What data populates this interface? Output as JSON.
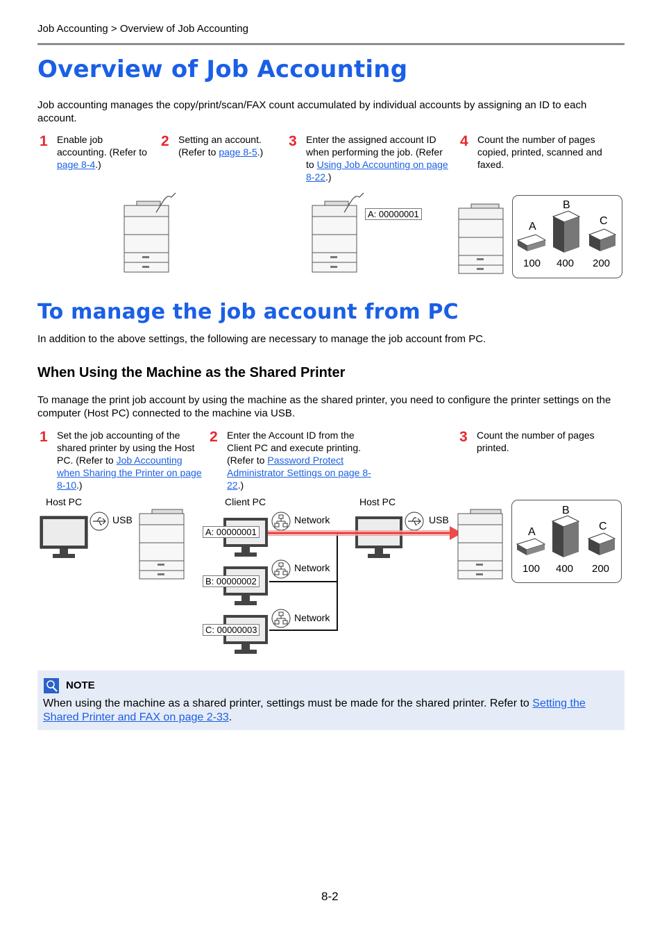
{
  "breadcrumb": "Job Accounting > Overview of Job Accounting",
  "title": "Overview of Job Accounting",
  "intro": "Job accounting manages the copy/print/scan/FAX count accumulated by individual accounts by assigning an ID to each account.",
  "steps_top": [
    {
      "num": "1",
      "text": "Enable job accounting. (Refer to ",
      "link": "page 8-4",
      "tail": ".)"
    },
    {
      "num": "2",
      "text": "Setting an account. (Refer to ",
      "link": "page 8-5",
      "tail": ".)"
    },
    {
      "num": "3",
      "text": "Enter the assigned account ID when performing the job. (Refer to ",
      "link": "Using Job Accounting on page 8-22",
      "tail": ".)"
    },
    {
      "num": "4",
      "text": "Count the number of pages copied, printed, scanned and faxed."
    }
  ],
  "top_diagram": {
    "account_id": "A: 00000001",
    "counts": [
      {
        "label": "A",
        "value": "100"
      },
      {
        "label": "B",
        "value": "400"
      },
      {
        "label": "C",
        "value": "200"
      }
    ]
  },
  "section2_title": "To manage the job account from PC",
  "section2_intro": "In addition to the above settings, the following are necessary to manage the job account from PC.",
  "subsection_title": "When Using the Machine as the Shared Printer",
  "subsection_intro": "To manage the print job account by using the machine as the shared printer, you need to configure the printer settings on the computer (Host PC) connected to the machine via USB.",
  "steps_bottom": [
    {
      "num": "1",
      "text": "Set the job accounting of the shared printer by using the Host PC. (Refer to ",
      "link": "Job Accounting when Sharing the Printer on page 8-10",
      "tail": ".)"
    },
    {
      "num": "2",
      "text": "Enter the Account ID from the Client PC and execute printing. (Refer to ",
      "link": "Password Protect Administrator Settings on page 8-22",
      "tail": ".)"
    },
    {
      "num": "3",
      "text": "Count the number of pages printed."
    }
  ],
  "bottom_diagram": {
    "host_pc_label": "Host PC",
    "client_pc_label": "Client PC",
    "usb_label": "USB",
    "network_label": "Network",
    "client_ids": [
      "A: 00000001",
      "B: 00000002",
      "C: 00000003"
    ],
    "counts": [
      {
        "label": "A",
        "value": "100"
      },
      {
        "label": "B",
        "value": "400"
      },
      {
        "label": "C",
        "value": "200"
      }
    ]
  },
  "note": {
    "heading": "NOTE",
    "text": "When using the machine as a shared printer, settings must be made for the shared printer. Refer to ",
    "link": "Setting the Shared Printer and FAX on page 2-33",
    "tail": "."
  },
  "page_number": "8-2",
  "colors": {
    "heading_blue": "#1a5fe6",
    "step_red": "#e8262d",
    "note_bg": "#e6ecf7",
    "arrow_red": "#ee4a4a"
  }
}
